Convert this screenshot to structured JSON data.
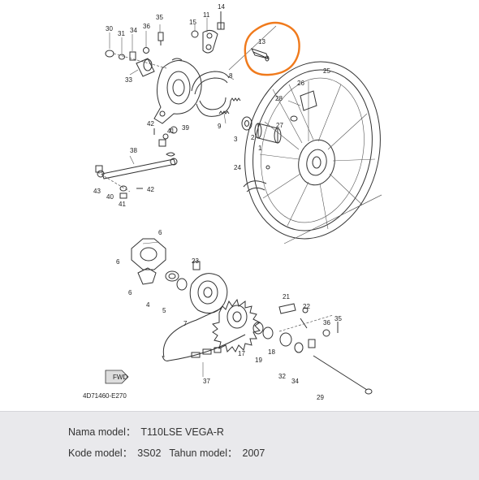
{
  "diagram": {
    "labels": [
      "35",
      "14",
      "11",
      "30",
      "31",
      "36",
      "34",
      "15",
      "13",
      "33",
      "8",
      "26",
      "25",
      "28",
      "27",
      "42",
      "41",
      "39",
      "9",
      "2",
      "3",
      "1",
      "24",
      "38",
      "43",
      "40",
      "41b",
      "42b",
      "6",
      "23",
      "6b",
      "6c",
      "4",
      "5",
      "21",
      "22",
      "7",
      "35b",
      "36b",
      "19",
      "18",
      "32",
      "34b",
      "17",
      "37",
      "29"
    ],
    "label_text": {
      "35": "35",
      "14": "14",
      "11": "11",
      "30": "30",
      "31": "31",
      "36": "36",
      "34": "34",
      "15": "15",
      "13": "13",
      "33": "33",
      "8": "8",
      "26": "26",
      "25": "25",
      "28": "28",
      "27": "27",
      "42": "42",
      "41": "41",
      "39": "39",
      "9": "9",
      "2": "2",
      "3": "3",
      "1": "1",
      "24": "24",
      "38": "38",
      "43": "43",
      "40": "40",
      "41b": "41",
      "42b": "42",
      "6": "6",
      "23": "23",
      "6b": "6",
      "6c": "6",
      "4": "4",
      "5": "5",
      "21": "21",
      "22": "22",
      "7": "7",
      "35b": "35",
      "36b": "36",
      "19": "19",
      "18": "18",
      "32": "32",
      "34b": "34",
      "17": "17",
      "37": "37",
      "29": "29"
    },
    "diagram_code": "4D71460-E270",
    "fwd_badge": "FWD",
    "highlight_color": "#f07a1c"
  },
  "info": {
    "model_name_label": "Nama model：",
    "model_name_value": "T110LSE VEGA-R",
    "model_code_label": "Kode model：",
    "model_code_value": "3S02",
    "year_label": "Tahun model：",
    "year_value": "2007"
  }
}
